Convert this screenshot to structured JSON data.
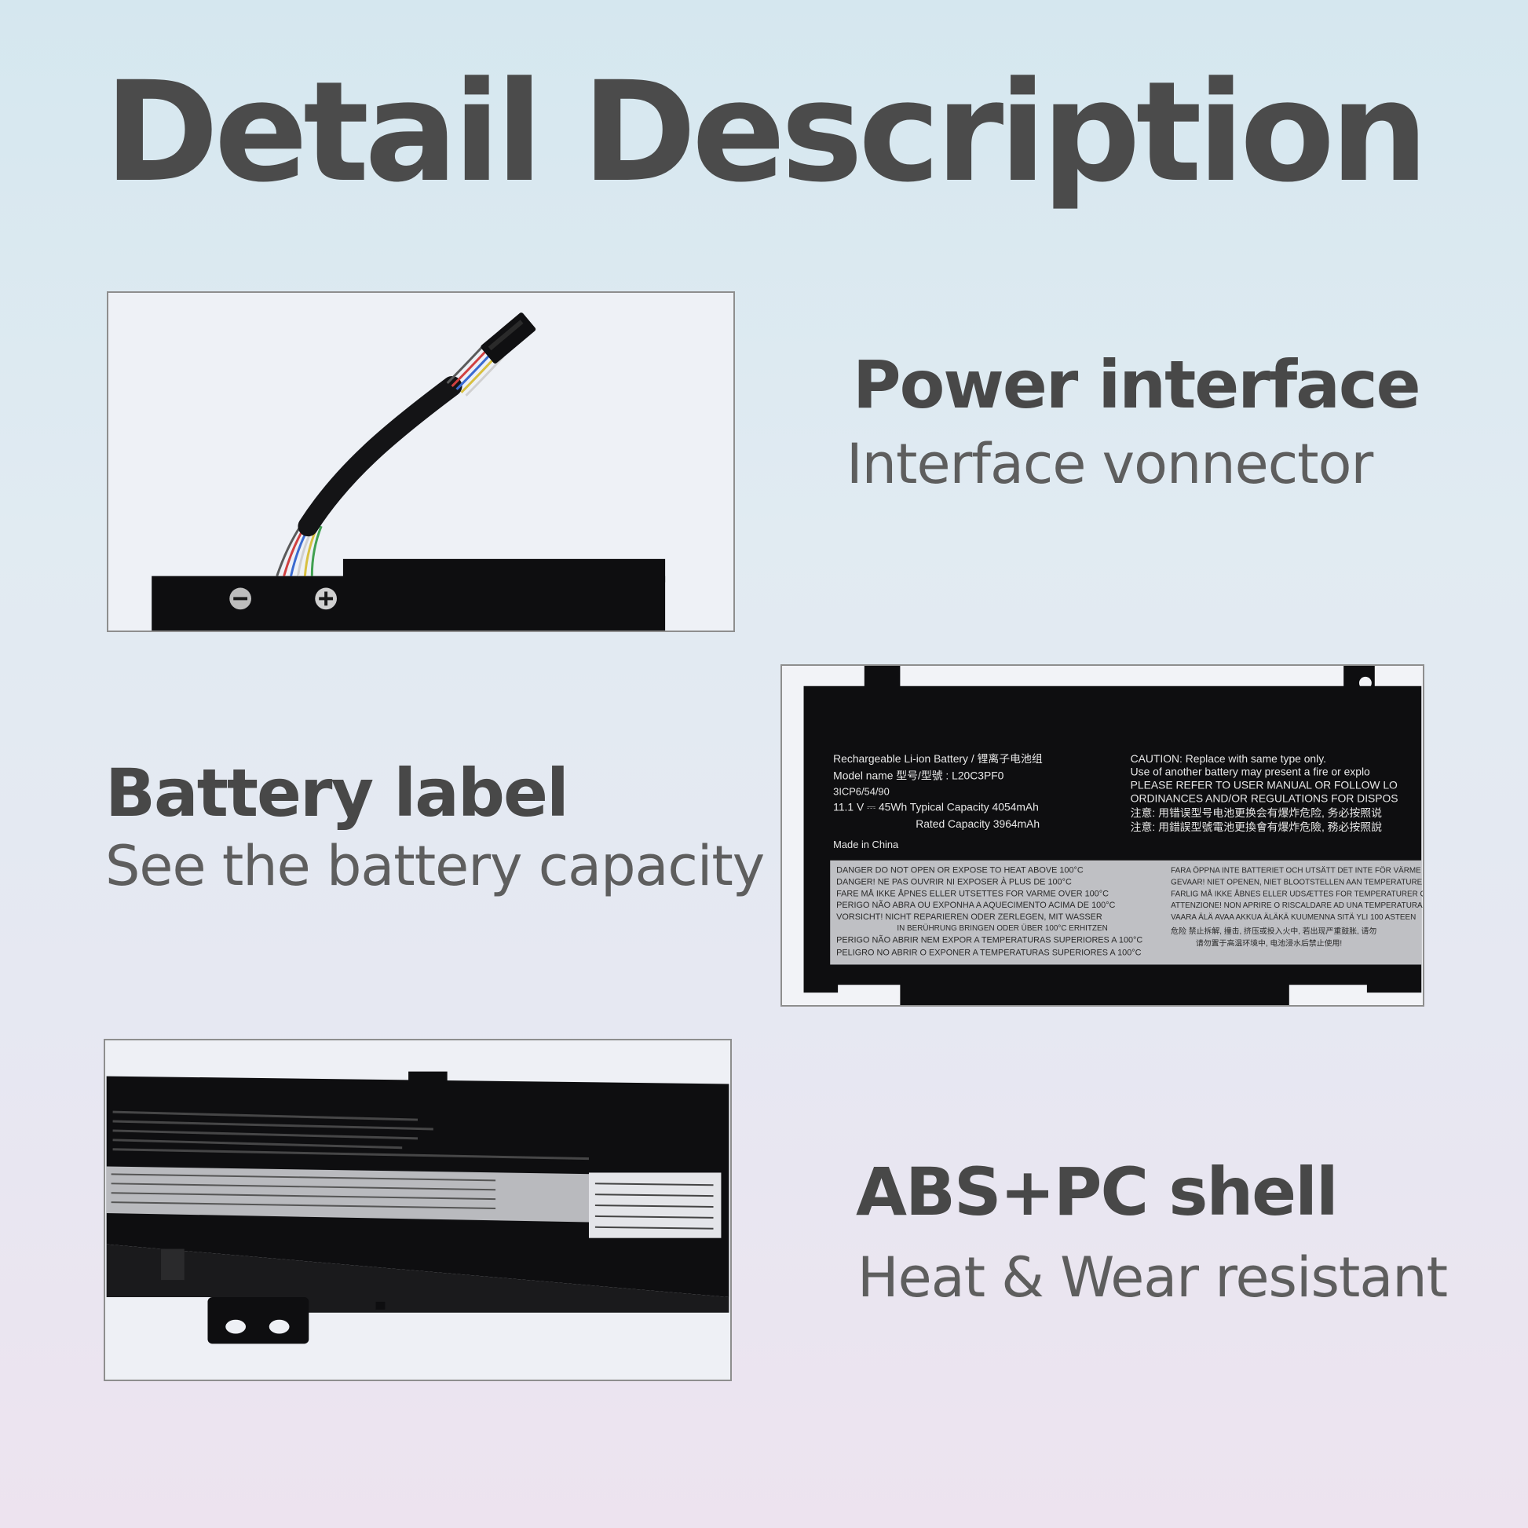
{
  "title": "Detail Description",
  "features": [
    {
      "heading": "Power interface",
      "subtitle": "Interface vonnector"
    },
    {
      "heading": "Battery label",
      "subtitle": "See the battery capacity"
    },
    {
      "heading": "ABS+PC shell",
      "subtitle": "Heat & Wear resistant"
    }
  ],
  "battery_label": {
    "line1": "Rechargeable Li-ion Battery / 锂离子电池组",
    "model": "Model name 型号/型號 : L20C3PF0",
    "cell": "3ICP6/54/90",
    "spec": "11.1 V ⎓ 45Wh Typical Capacity 4054mAh",
    "rated": "Rated Capacity 3964mAh",
    "origin": "Made in China",
    "caution": [
      "CAUTION: Replace with same type only.",
      "Use of another battery may present a fire or explo",
      "PLEASE REFER TO USER MANUAL OR FOLLOW LO",
      "ORDINANCES AND/OR REGULATIONS FOR DISPOS",
      "注意: 用错误型号电池更换会有爆炸危险, 务必按照说",
      "注意: 用錯誤型號電池更換會有爆炸危險, 務必按照說"
    ],
    "warnings_left": [
      "DANGER DO NOT OPEN OR EXPOSE TO HEAT ABOVE 100°C",
      "DANGER! NE PAS OUVRIR NI EXPOSER À PLUS DE 100°C",
      "FARE MÅ IKKE ÅPNES ELLER UTSETTES FOR VARME OVER 100°C",
      "PERIGO NÃO ABRA OU EXPONHA A AQUECIMENTO ACIMA DE 100°C",
      "VORSICHT! NICHT REPARIEREN ODER ZERLEGEN, MIT WASSER",
      "IN BERÜHRUNG BRINGEN ODER ÜBER 100°C ERHITZEN",
      "PERIGO NÃO ABRIR NEM EXPOR A TEMPERATURAS SUPERIORES A 100°C",
      "PELIGRO NO ABRIR O EXPONER A TEMPERATURAS SUPERIORES A 100°C"
    ],
    "warnings_right": [
      "FARA ÖPPNA INTE BATTERIET OCH UTSÄTT DET INTE FÖR VÄRME Ö",
      "GEVAAR! NIET OPENEN, NIET BLOOTSTELLEN AAN TEMPERATUREN",
      "FARLIG MÅ IKKE ÅBNES ELLER UDSÆTTES FOR TEMPERATURER O",
      "ATTENZIONE! NON APRIRE O RISCALDARE AD UNA TEMPERATURA S",
      "VAARA ÄLÄ AVAA AKKUA ÄLÄKÄ KUUMENNA SITÄ YLI 100 ASTEEN",
      "危险 禁止拆解, 撞击, 挤压或投入火中, 若出现严重鼓胀, 请勿",
      "请勿置于高温环境中, 电池浸水后禁止使用!"
    ]
  },
  "colors": {
    "title": "#4b4b4b",
    "heading": "#484848",
    "subtitle": "#5e5e5e",
    "battery_body": "#0e0e10",
    "panel_border": "#8e8e8e"
  }
}
